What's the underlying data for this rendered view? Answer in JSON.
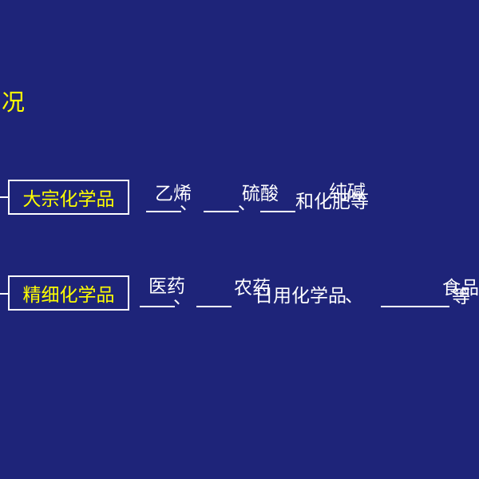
{
  "heading": "况",
  "colors": {
    "background": "#1e2479",
    "heading": "#ffff00",
    "box_text": "#ffff00",
    "text": "#ffffff"
  },
  "row1": {
    "label": "大宗化学品",
    "answers": [
      "乙烯",
      "硫酸",
      "纯碱"
    ],
    "separators": [
      "、",
      "、"
    ],
    "suffix": "和化肥等"
  },
  "row2": {
    "label": "精细化学品",
    "answers": [
      "医药",
      "农药",
      "食品"
    ],
    "separators": [
      "、",
      "、"
    ],
    "middle": "日用化学品",
    "suffix": "等"
  }
}
